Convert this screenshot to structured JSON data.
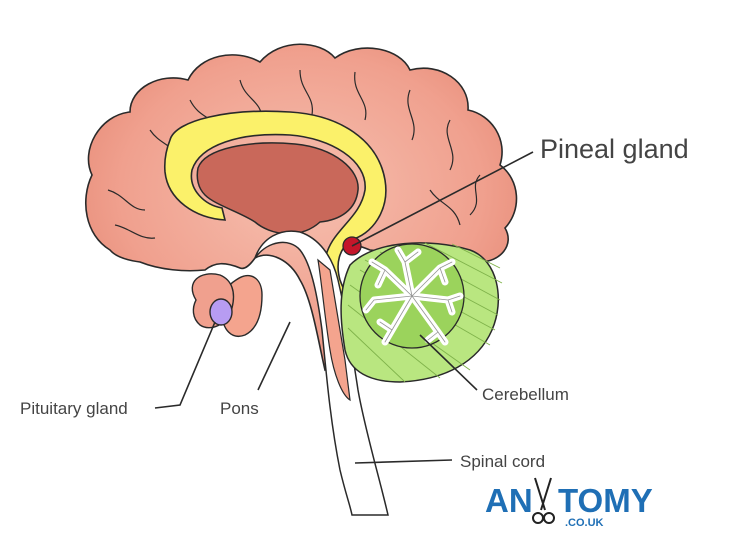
{
  "labels": {
    "pineal": "Pineal gland",
    "pituitary": "Pituitary gland",
    "pons": "Pons",
    "cerebellum": "Cerebellum",
    "spinal": "Spinal cord"
  },
  "logo": {
    "text_left": "AN",
    "text_right": "TOMY",
    "subtext": ".CO.UK"
  },
  "colors": {
    "cortex": "#f0a08e",
    "cortex_dark": "#e08472",
    "corpus_callosum": "#fbf16a",
    "ventricle": "#c9685a",
    "cerebellum": "#b9e680",
    "cerebellum_inner": "#9bd35c",
    "pineal": "#c4162a",
    "pituitary": "#b79cf2",
    "stem": "#f4a48e",
    "outline": "#2a2a2a",
    "label_text": "#444444",
    "logo_blue": "#1f6fb5"
  },
  "icons": {
    "logo_mark": "scissors-icon"
  }
}
